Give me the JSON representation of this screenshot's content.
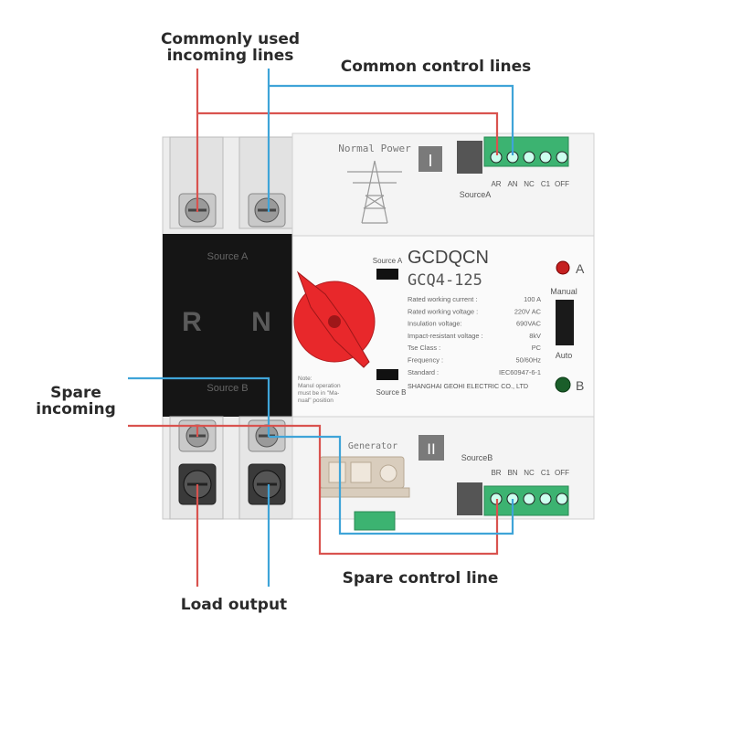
{
  "callouts": {
    "common_incoming": [
      "Commonly used",
      "incoming lines"
    ],
    "common_control": "Common control lines",
    "spare_incoming": [
      "Spare",
      "incoming"
    ],
    "load_output": "Load output",
    "spare_control": "Spare control line"
  },
  "device": {
    "brand": "GCDQCN",
    "model": "GCQ4-125",
    "normal_power": "Normal Power",
    "generator": "Generator",
    "source_a_numeral": "I",
    "source_b_numeral": "II",
    "source_a_tag": "SourceA",
    "source_b_tag": "SourceB",
    "switch_label_a": "Source A",
    "switch_label_b": "Source B",
    "terminal_labels_a": [
      "AR",
      "AN",
      "NC",
      "C1",
      "OFF"
    ],
    "terminal_labels_b": [
      "BR",
      "BN",
      "NC",
      "C1",
      "OFF"
    ],
    "breaker_label_a": "Source A",
    "breaker_label_b": "Source B",
    "pole_r": "R",
    "pole_n": "N",
    "indicator_a": "A",
    "indicator_b": "B",
    "mode_manual": "Manual",
    "mode_auto": "Auto",
    "specs": [
      {
        "label": "Rated working current :",
        "value": "100   A"
      },
      {
        "label": "Rated working voltage :",
        "value": "220V AC"
      },
      {
        "label": "Insulation voltage:",
        "value": "690VAC"
      },
      {
        "label": "Impact-resistant voltage :",
        "value": "8kV"
      },
      {
        "label": "Tse Class :",
        "value": "PC"
      },
      {
        "label": "Frequency :",
        "value": "50/60Hz"
      },
      {
        "label": "Standard :",
        "value": "IEC60947-6-1"
      }
    ],
    "manufacturer": "SHANGHAI GEOHI ELECTRIC CO., LTD",
    "note": [
      "Note:",
      "Manul operation",
      "must be in \"Ma-",
      "nual\" position"
    ]
  },
  "colors": {
    "red_wire": "#d9534f",
    "blue_wire": "#3fa4d8",
    "terminal_green": "#3cb371",
    "handle_red": "#e8282b",
    "breaker_black": "#151515"
  }
}
